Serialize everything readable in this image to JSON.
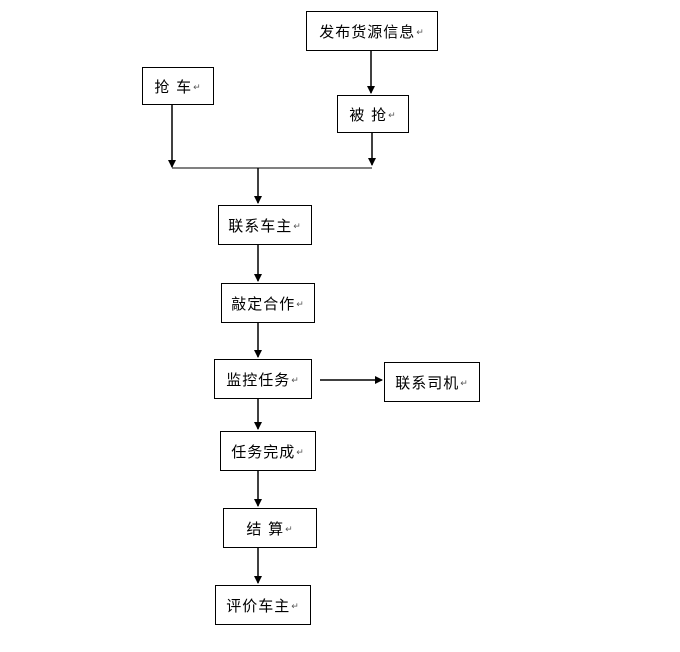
{
  "diagram": {
    "nodes": {
      "publish": {
        "label": "发布货源信息"
      },
      "grab": {
        "label": "抢 车"
      },
      "grabbed": {
        "label": "被 抢"
      },
      "contact_owner": {
        "label": "联系车主"
      },
      "agree": {
        "label": "敲定合作"
      },
      "monitor": {
        "label": "监控任务"
      },
      "contact_driver": {
        "label": "联系司机"
      },
      "complete": {
        "label": "任务完成"
      },
      "settle": {
        "label": "结 算"
      },
      "rate_owner": {
        "label": "评价车主"
      }
    },
    "paragraph_mark": "↵",
    "edges": [
      {
        "from": "publish",
        "to": "grabbed"
      },
      {
        "from": "grab",
        "to": "contact_owner"
      },
      {
        "from": "grabbed",
        "to": "contact_owner"
      },
      {
        "from": "contact_owner",
        "to": "agree"
      },
      {
        "from": "agree",
        "to": "monitor"
      },
      {
        "from": "monitor",
        "to": "contact_driver"
      },
      {
        "from": "monitor",
        "to": "complete"
      },
      {
        "from": "complete",
        "to": "settle"
      },
      {
        "from": "settle",
        "to": "rate_owner"
      }
    ]
  }
}
